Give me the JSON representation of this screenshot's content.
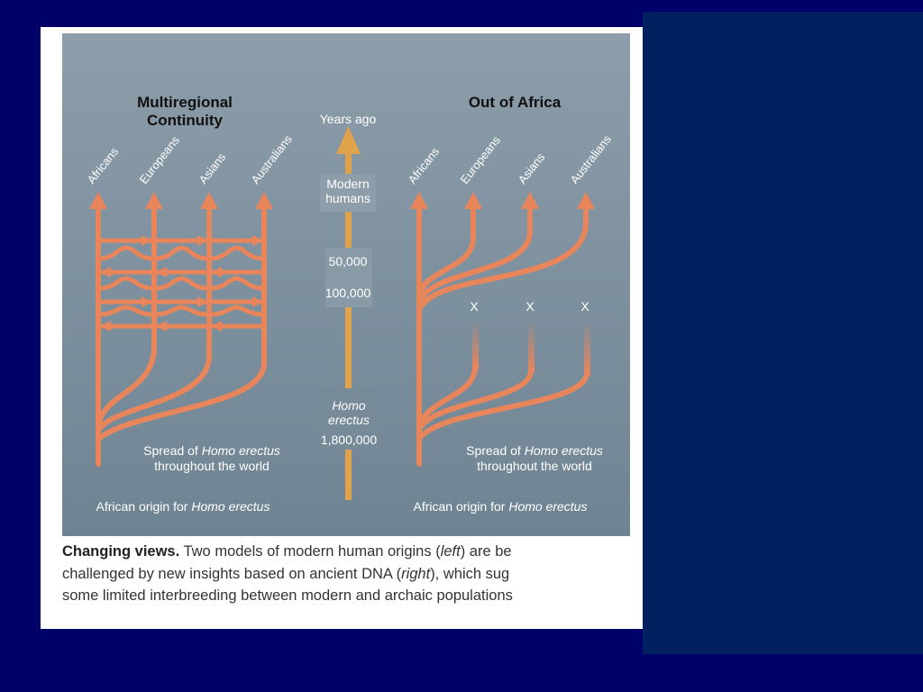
{
  "colors": {
    "page_background": "#00006b",
    "side_panel": "#002060",
    "branch": "#e9855a",
    "timeline": "#e0a24a",
    "diagram_bg_top": "#8d9daa",
    "diagram_bg_bottom": "#6f8493"
  },
  "diagram": {
    "left_title_line1": "Multiregional",
    "left_title_line2": "Continuity",
    "right_title": "Out of Africa",
    "timeline_label": "Years ago",
    "timeline_top_line1": "Modern",
    "timeline_top_line2": "humans",
    "mark_50k": "50,000",
    "mark_100k": "100,000",
    "timeline_bottom_line1": "Homo",
    "timeline_bottom_line2": "erectus",
    "mark_1800k": "1,800,000",
    "populations": [
      "Africans",
      "Europeans",
      "Asians",
      "Australians"
    ],
    "extinct_marker": "X",
    "spread_prefix": "Spread of ",
    "spread_italic": "Homo erectus",
    "spread_line2": "throughout the world",
    "origin_prefix": "African origin for ",
    "origin_italic": "Homo erectus"
  },
  "caption": {
    "bold_lead": "Changing views.",
    "line1_a": " Two models of modern human origins (",
    "line1_italic": "left",
    "line1_b": ") are be",
    "line2_a": "challenged by new insights based on ancient DNA (",
    "line2_italic": "right",
    "line2_b": "), which sug",
    "line3": "some limited interbreeding between modern and archaic populations"
  }
}
